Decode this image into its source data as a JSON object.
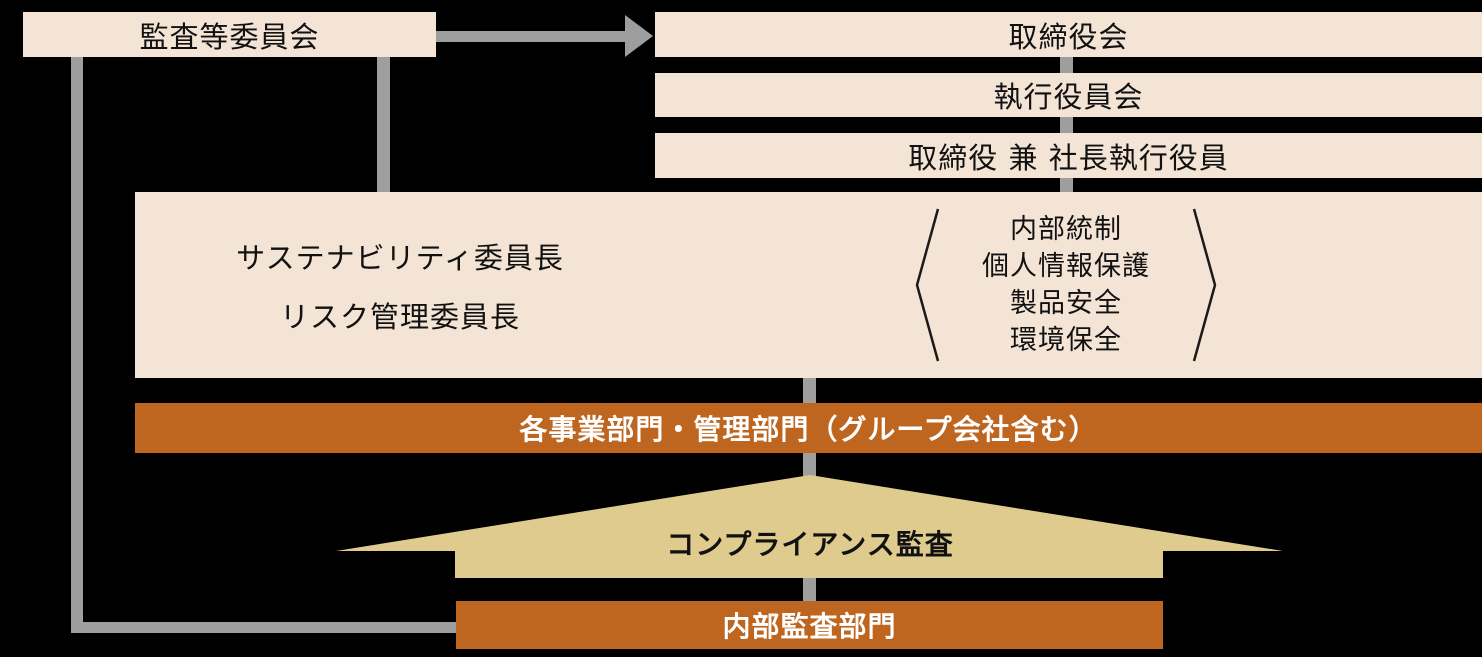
{
  "diagram_title": "compliance-governance-structure",
  "colors": {
    "background": "#000000",
    "node_fill": "#F4E4D6",
    "accent_orange": "#BE651F",
    "arrow_tan": "#DECB8D",
    "connector_gray": "#9E9E9E",
    "text_dark": "#111111",
    "text_light": "#FFFFFF"
  },
  "nodes": {
    "audit_committee": {
      "label": "監査等委員会"
    },
    "board_of_directors": {
      "label": "取締役会"
    },
    "executive_officers_council": {
      "label": "執行役員会"
    },
    "president": {
      "label": "取締役 兼 社長執行役員"
    },
    "committee_box": {
      "line1": "サステナビリティ委員長",
      "line2": "リスク管理委員長",
      "bracket_items": [
        "内部統制",
        "個人情報保護",
        "製品安全",
        "環境保全"
      ]
    },
    "divisions_bar": {
      "label": "各事業部門・管理部門（グループ会社含む）"
    },
    "compliance_arrow": {
      "label": "コンプライアンス監査"
    },
    "internal_audit_bar": {
      "label": "内部監査部門"
    }
  }
}
